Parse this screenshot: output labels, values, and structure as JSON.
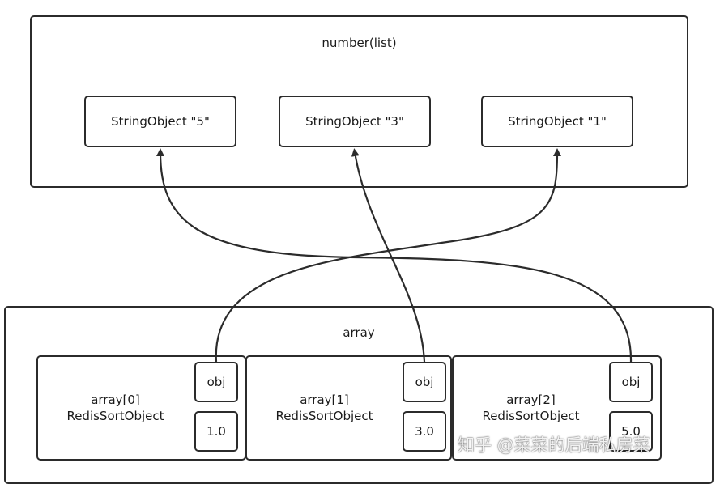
{
  "list_container": {
    "title": "number(list)",
    "items": [
      "StringObject \"5\"",
      "StringObject \"3\"",
      "StringObject \"1\""
    ]
  },
  "array_container": {
    "title": "array",
    "cells": [
      {
        "index_label": "array[0]",
        "type_label": "RedisSortObject",
        "obj_label": "obj",
        "score": "1.0"
      },
      {
        "index_label": "array[1]",
        "type_label": "RedisSortObject",
        "obj_label": "obj",
        "score": "3.0"
      },
      {
        "index_label": "array[2]",
        "type_label": "RedisSortObject",
        "obj_label": "obj",
        "score": "5.0"
      }
    ]
  },
  "watermark": "知乎 @菜菜的后端私房菜",
  "colors": {
    "stroke": "#2b2b2b",
    "background": "#ffffff"
  }
}
